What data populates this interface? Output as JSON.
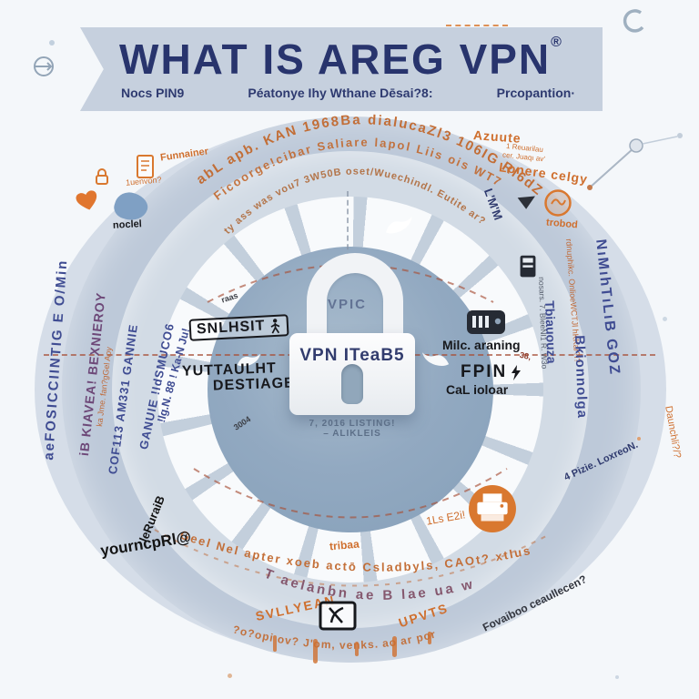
{
  "banner": {
    "title": "WHAT IS AREG VPN",
    "registered_mark": "®",
    "subtitle_left": "Nocs PIN9",
    "subtitle_center": "Péatonye Ihy Wthane Dēsai?8:",
    "subtitle_right": "Prcopantion·"
  },
  "lock": {
    "shackle_text": "VPIC",
    "body_text": "VPN ITeaB5",
    "caption_line1": "7, 2016 LISTING!",
    "caption_line2": "– ALIKLEIS"
  },
  "inner_labels": {
    "left_box": "SNLHSIT",
    "left_line1": "YUTTAULHT",
    "left_line2": "DESTIAGE",
    "right_caption": "Milc. araning",
    "right_word": "FPIN",
    "right_sub": "CaL ioloar",
    "tick_a": "raas",
    "tick_b": "3004",
    "tick_c": "38,"
  },
  "arc_texts": {
    "top_outer": "abL apb. KAN 1968Ba dialucaZl3 106IG  Rl6dZ",
    "top_middle": "Ficoorge!cibar Saliare lapol Liis ois WT7",
    "top_inner": "ty ass was vou7 3W50B      oset/Wuechindl. Eutite ar?",
    "bottom_inner": "Geel Nel apter xoeb actō Csladbyls, CAOt? xtlus",
    "bottom_middle": "T  aelanbn  ae B  lae ua wH",
    "bottom_outer": "?o?opi ov?  J'om, venks. ao ar porier? Lpen?a"
  },
  "floating_words": {
    "funnainer": "Funnainer",
    "uenvon": "1uenvon?",
    "noclel": "noclel",
    "azuute": "Azuute",
    "reuarilau": "1 Reuarilau",
    "cer_juaqi": "cer. Juaqı av'",
    "lonere": "Lonere celgy",
    "lmm": "L'M'M",
    "trobod": "trobod",
    "tribaa": "tribaa",
    "ls_e2i": "1Ls  E2i!",
    "svllyean": "SVLLYEAN",
    "upvts": "UPVTS",
    "yourncp": "yourncpRl@",
    "lerurai": "leRuraiB",
    "fovaiboo": "Fovaiboo ceaullecen?",
    "daunchli": "Daunchli?/?",
    "pizie": "4 Pizie. LoxreoN."
  },
  "side_texts": {
    "left": [
      "aeFOSICCIINTIG E O/Min",
      "iB KIAVEA! BEXNIEROY",
      "COF113 AM331 GANNIE",
      "GANUIE !IdSMUCO6",
      "ka Jme. fan?gGel Aoy",
      "!lg.N. 88 ! Ka-N Ju!"
    ],
    "right": [
      "NıMıhTıLıB GOZ",
      "rdnuphikc. OnlioeWCTJl hKKar?i?",
      "Bkionnolga",
      "Tbiauouza",
      "nosars. 7. BIeeNI1 R. W3o"
    ]
  },
  "icons": {
    "heart": "♥ orange heart",
    "padlock_small": "orange outline padlock",
    "document": "orange document sheet",
    "splat": "blue paint splat",
    "walking_person": "stick figure walking",
    "lightning": "black lightning bolt",
    "cabinet": "dark cassette with slots",
    "appliance": "dark mini appliance",
    "gem": "dark gem triangle",
    "trobod_badge": "orange rough badge",
    "printer_badge": "orange circle with white printer",
    "box": "black outlined box with scribble",
    "dove": "white dove silhouette",
    "target_circle": "grey circle with arrow",
    "molecule": "node and line decoration",
    "c_swirl": "grey C-shaped swirl"
  },
  "colors": {
    "accent_orange": "#cf6f2e",
    "navy": "#28346d",
    "ring_blue": "#bdc9d9",
    "inner_blue": "#92a9c1",
    "dash_red": "#a85038"
  }
}
